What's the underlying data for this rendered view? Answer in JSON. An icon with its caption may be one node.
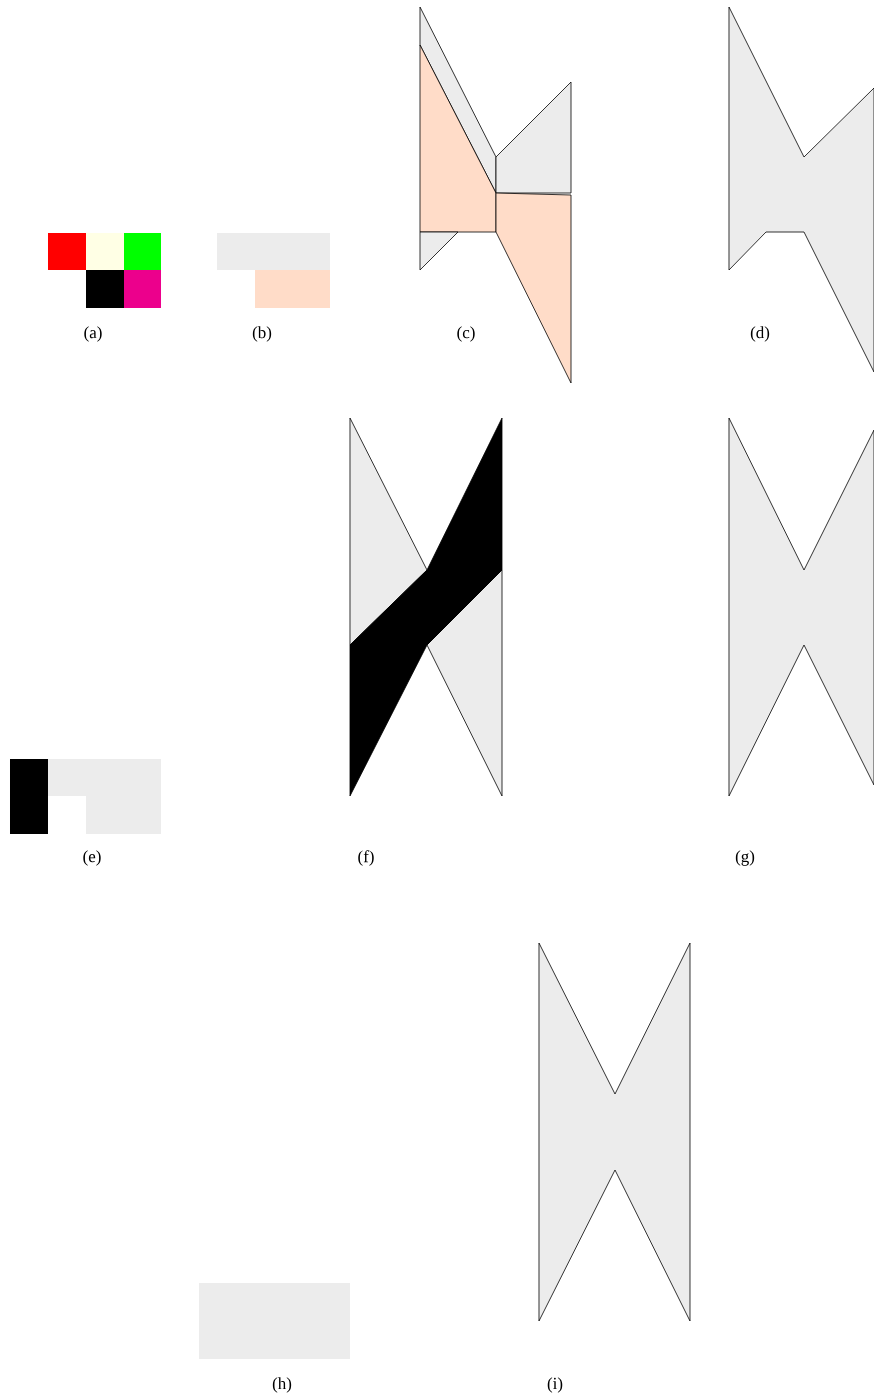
{
  "diagram": {
    "labels": [
      "(a)",
      "(b)",
      "(c)",
      "(d)",
      "(e)",
      "(f)",
      "(g)",
      "(h)",
      "(i)"
    ]
  }
}
